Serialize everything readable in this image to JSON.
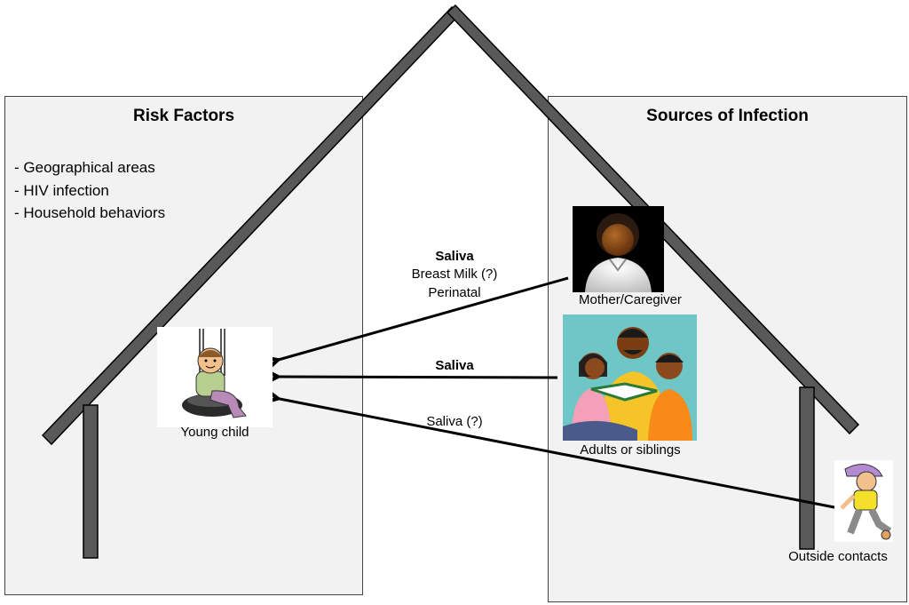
{
  "risk_factors": {
    "title": "Risk Factors",
    "items": [
      "Geographical areas",
      "HIV infection",
      "Household behaviors"
    ]
  },
  "sources": {
    "title": "Sources of Infection",
    "mother_label": "Mother/Caregiver",
    "adults_label": "Adults or siblings",
    "outside_label": "Outside contacts"
  },
  "child_label": "Young child",
  "routes": {
    "mother": {
      "primary": "Saliva",
      "secondary": "Breast Milk (?)",
      "tertiary": "Perinatal"
    },
    "adults": {
      "primary": "Saliva"
    },
    "outside": {
      "primary": "Saliva (?)"
    }
  },
  "colors": {
    "roof": "#595959",
    "roof_edge": "#000000",
    "panel": "#f2f2f2",
    "arrow": "#000000"
  }
}
